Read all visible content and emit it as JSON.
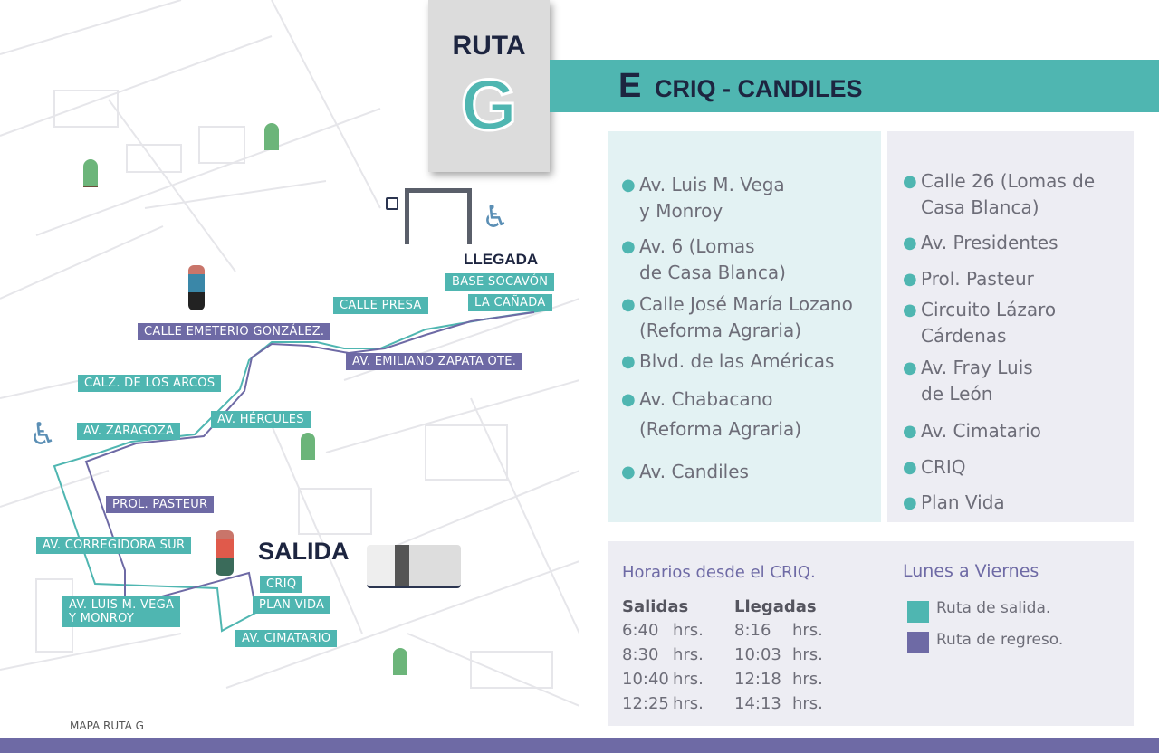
{
  "route": {
    "label": "RUTA",
    "letter": "G",
    "code": "E",
    "name": "CRIQ - CANDILES"
  },
  "map": {
    "caption": "MAPA RUTA G",
    "arrival": "LLEGADA",
    "departure": "SALIDA",
    "labels": {
      "base_socavon": "BASE SOCAVÓN",
      "la_canada": "LA CAÑADA",
      "calle_presa": "CALLE PRESA",
      "emeterio": "CALLE EMETERIO GONZÁLEZ.",
      "zapata": "AV. EMILIANO ZAPATA OTE.",
      "arcos": "CALZ. DE LOS ARCOS",
      "hercules": "AV. HÉRCULES",
      "zaragoza": "AV. ZARAGOZA",
      "pasteur": "PROL. PASTEUR",
      "corregidora": "AV. CORREGIDORA SUR",
      "vega1": "AV. LUIS M. VEGA",
      "vega2": " Y MONROY",
      "criq": "CRIQ",
      "plan_vida": "PLAN VIDA",
      "cimatario": "AV. CIMATARIO"
    }
  },
  "stops_left": [
    [
      "Av. Luis M. Vega",
      "y Monroy"
    ],
    [
      "Av. 6 (Lomas",
      "de Casa Blanca)"
    ],
    [
      "Calle José María Lozano",
      "(Reforma Agraria)"
    ],
    [
      "Blvd. de las Américas"
    ],
    [
      "Av. Chabacano",
      "(Reforma Agraria)"
    ],
    [
      "Av. Candiles"
    ]
  ],
  "stops_right": [
    [
      "Calle 26  (Lomas de",
      "Casa Blanca)"
    ],
    [
      "Av. Presidentes"
    ],
    [
      "Prol. Pasteur"
    ],
    [
      "Circuito Lázaro",
      "Cárdenas"
    ],
    [
      "Av. Fray Luis",
      "de León"
    ],
    [
      "Av. Cimatario"
    ],
    [
      "CRIQ"
    ],
    [
      "Plan Vida"
    ]
  ],
  "schedule": {
    "title": "Horarios desde el CRIQ.",
    "days": "Lunes a Viernes",
    "salidas_label": "Salidas",
    "llegadas_label": "Llegadas",
    "unit": "hrs.",
    "salidas": [
      "6:40",
      "8:30",
      "10:40",
      "12:25"
    ],
    "llegadas": [
      "8:16",
      "10:03",
      "12:18",
      "14:13"
    ],
    "legend": [
      {
        "label": "Ruta de salida.",
        "color": "#4fb6b1"
      },
      {
        "label": "Ruta de regreso.",
        "color": "#6e6aa5"
      }
    ]
  },
  "colors": {
    "teal": "#4fb6b1",
    "purple": "#6e6aa5",
    "navy": "#1d2540"
  }
}
